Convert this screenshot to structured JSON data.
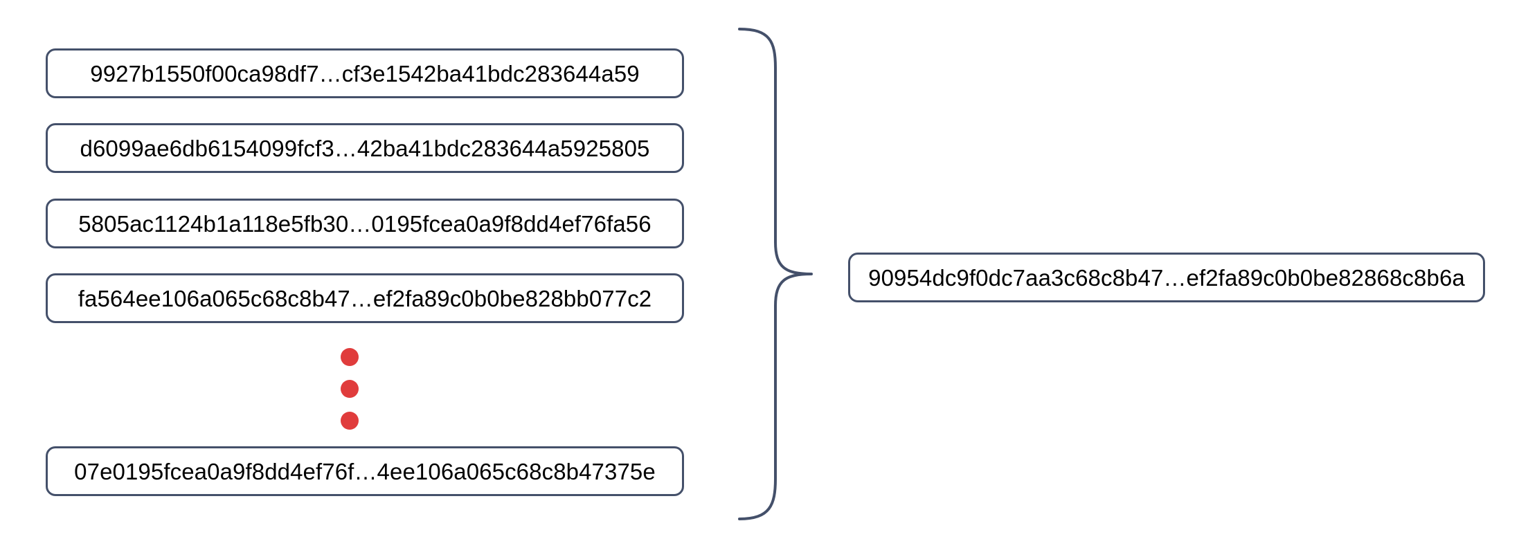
{
  "diagram": {
    "type": "aggregation-brace-diagram",
    "description": "Several truncated hexadecimal hash strings on the left are grouped by a curly brace into a single combined hash on the right",
    "colors": {
      "box_border": "#44506a",
      "box_fill": "#ffffff",
      "brace_stroke": "#44506a",
      "ellipsis_dot": "#e03c3c",
      "text": "#000000",
      "background": "#ffffff"
    },
    "inputs": [
      {
        "label": "9927b1550f00ca98df7…cf3e1542ba41bdc283644a59"
      },
      {
        "label": "d6099ae6db6154099fcf3…42ba41bdc283644a5925805"
      },
      {
        "label": "5805ac1124b1a118e5fb30…0195fcea0a9f8dd4ef76fa56"
      },
      {
        "label": "fa564ee106a065c68c8b47…ef2fa89c0b0be828bb077c2"
      },
      {
        "label": "07e0195fcea0a9f8dd4ef76f…4ee106a065c68c8b47375e"
      }
    ],
    "ellipsis": {
      "name": "vertical-ellipsis",
      "dot_count": 3,
      "color": "#e03c3c"
    },
    "brace": {
      "name": "curly-brace",
      "orientation": "left-to-right",
      "color": "#44506a"
    },
    "output": {
      "label": "90954dc9f0dc7aa3c68c8b47…ef2fa89c0b0be82868c8b6a"
    }
  }
}
